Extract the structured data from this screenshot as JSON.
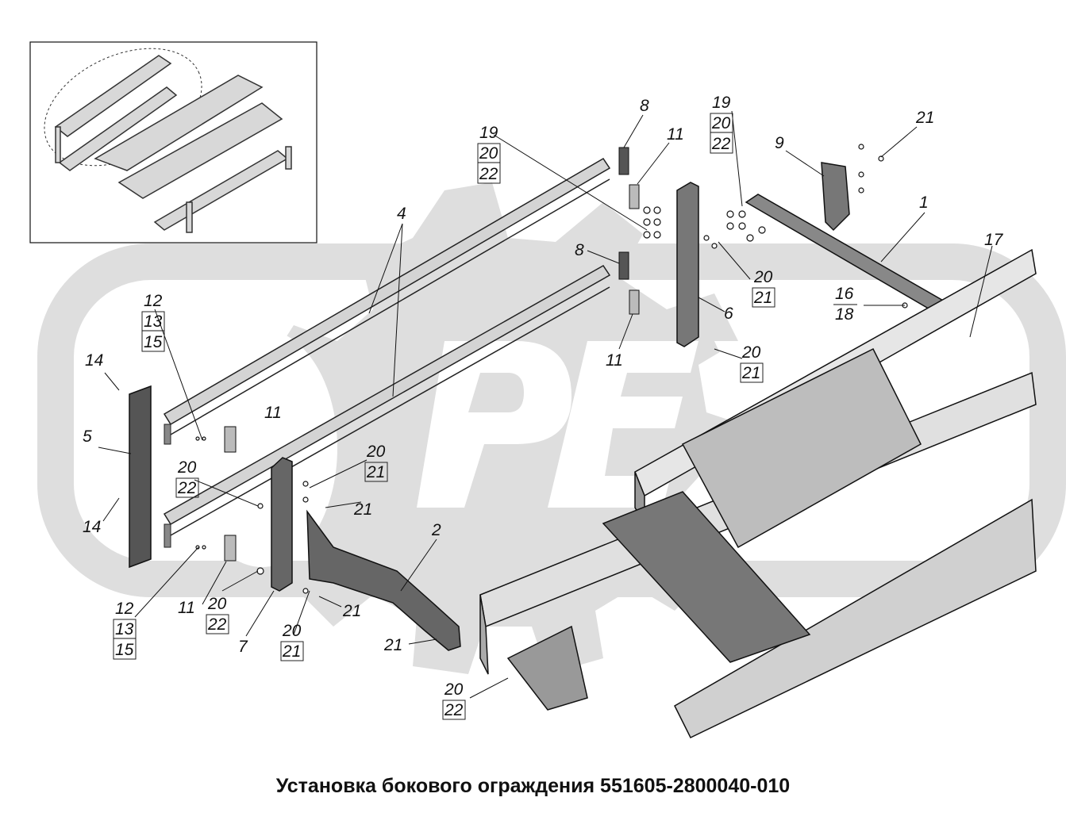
{
  "caption": "Установка бокового ограждения 551605-2800040-010",
  "colors": {
    "ink": "#111111",
    "watermark": "#dcdcdc",
    "part_fill": "#cfcfcf",
    "part_dark": "#555555"
  },
  "callouts": [
    {
      "id": "c1",
      "text": "1"
    },
    {
      "id": "c2",
      "text": "2"
    },
    {
      "id": "c4",
      "text": "4"
    },
    {
      "id": "c5",
      "text": "5"
    },
    {
      "id": "c6",
      "text": "6"
    },
    {
      "id": "c7",
      "text": "7"
    },
    {
      "id": "c8a",
      "text": "8"
    },
    {
      "id": "c8b",
      "text": "8"
    },
    {
      "id": "c9",
      "text": "9"
    },
    {
      "id": "c11a",
      "text": "11"
    },
    {
      "id": "c11b",
      "text": "11"
    },
    {
      "id": "c11c",
      "text": "11"
    },
    {
      "id": "c11d",
      "text": "11"
    },
    {
      "id": "c14a",
      "text": "14"
    },
    {
      "id": "c14b",
      "text": "14"
    },
    {
      "id": "c17",
      "text": "17"
    },
    {
      "id": "c21a",
      "text": "21"
    },
    {
      "id": "c21b",
      "text": "21"
    },
    {
      "id": "c21c",
      "text": "21"
    },
    {
      "id": "c21d",
      "text": "21"
    }
  ],
  "stacks": [
    {
      "id": "s1",
      "lines": [
        "19",
        "20",
        "22"
      ]
    },
    {
      "id": "s2",
      "lines": [
        "19",
        "20",
        "22"
      ]
    },
    {
      "id": "s3",
      "lines": [
        "20",
        "21"
      ]
    },
    {
      "id": "s4",
      "lines": [
        "16",
        "18"
      ]
    },
    {
      "id": "s5",
      "lines": [
        "20",
        "21"
      ]
    },
    {
      "id": "s6",
      "lines": [
        "12",
        "13",
        "15"
      ]
    },
    {
      "id": "s7",
      "lines": [
        "20",
        "22"
      ]
    },
    {
      "id": "s8",
      "lines": [
        "20",
        "21"
      ]
    },
    {
      "id": "s9",
      "lines": [
        "12",
        "13",
        "15"
      ]
    },
    {
      "id": "s10",
      "lines": [
        "20",
        "22"
      ]
    },
    {
      "id": "s11",
      "lines": [
        "20",
        "21"
      ]
    },
    {
      "id": "s12",
      "lines": [
        "20",
        "22"
      ]
    }
  ]
}
